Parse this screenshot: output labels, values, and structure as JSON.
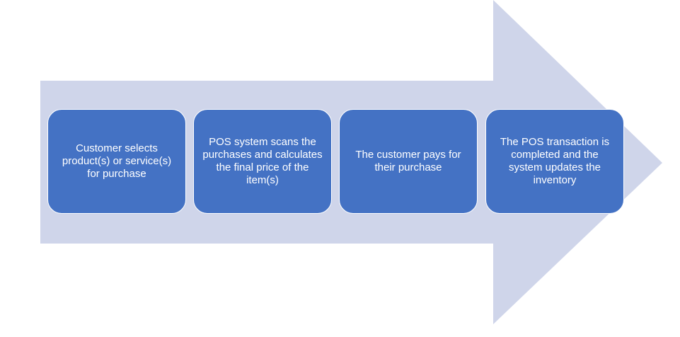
{
  "diagram": {
    "type": "process-arrow",
    "arrow_color": "#cfd5ea",
    "box_color": "#4472c4",
    "text_color": "#ffffff",
    "steps": [
      {
        "label": "Customer selects product(s) or service(s) for purchase"
      },
      {
        "label": "POS system scans the purchases and calculates the final price of the item(s)"
      },
      {
        "label": "The customer pays for their purchase"
      },
      {
        "label": "The POS transaction is completed and the system updates the inventory"
      }
    ]
  }
}
